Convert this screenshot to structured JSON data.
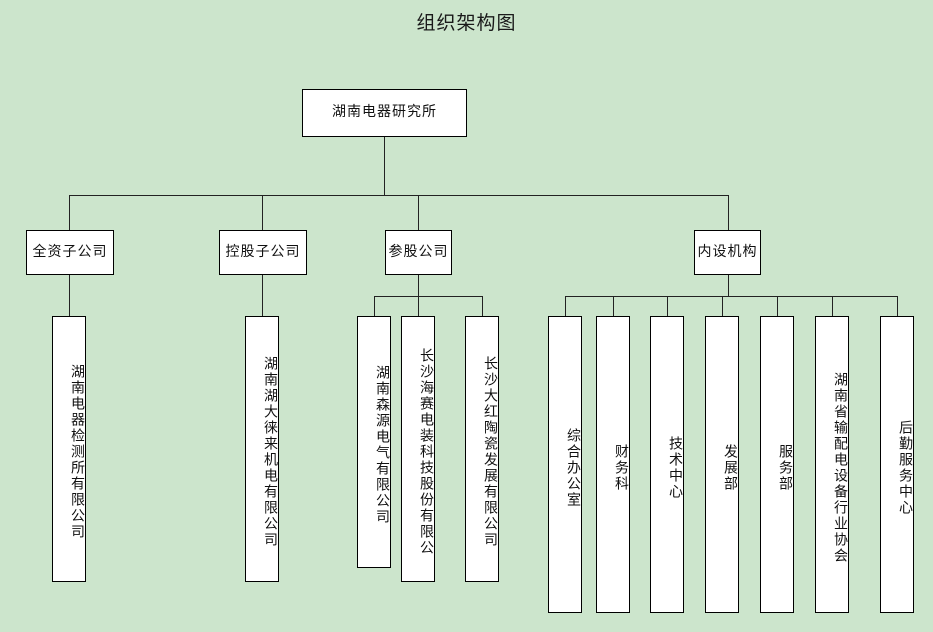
{
  "page": {
    "title": "组织架构图",
    "background_color": "#cce5cc",
    "node_fill_color": "#ffffff",
    "line_color": "#222222",
    "text_color": "#111111"
  },
  "chart_data": {
    "type": "diagram",
    "diagram_kind": "organization-chart",
    "title": "组织架构图",
    "orientation": "top-down",
    "root": {
      "label": "湖南电器研究所",
      "text_direction": "horizontal"
    },
    "levels": [
      {
        "level": 2,
        "nodes": [
          {
            "label": "全资子公司",
            "text_direction": "horizontal"
          },
          {
            "label": "控股子公司",
            "text_direction": "horizontal"
          },
          {
            "label": "参股公司",
            "text_direction": "horizontal"
          },
          {
            "label": "内设机构",
            "text_direction": "horizontal"
          }
        ]
      },
      {
        "level": 3,
        "nodes": [
          {
            "label": "湖南电器检测所有限公司",
            "parent": "全资子公司",
            "text_direction": "vertical"
          },
          {
            "label": "湖南湖大徕来机电有限公司",
            "parent": "控股子公司",
            "text_direction": "vertical"
          },
          {
            "label": "湖南森源电气有限公司",
            "parent": "参股公司",
            "text_direction": "vertical"
          },
          {
            "label": "长沙海赛电装科技股份有限公",
            "parent": "参股公司",
            "text_direction": "vertical"
          },
          {
            "label": "长沙大红陶瓷发展有限公司",
            "parent": "参股公司",
            "text_direction": "vertical"
          },
          {
            "label": "综合办公室",
            "parent": "内设机构",
            "text_direction": "vertical"
          },
          {
            "label": "财务科",
            "parent": "内设机构",
            "text_direction": "vertical"
          },
          {
            "label": "技术中心",
            "parent": "内设机构",
            "text_direction": "vertical"
          },
          {
            "label": "发展部",
            "parent": "内设机构",
            "text_direction": "vertical"
          },
          {
            "label": "服务部",
            "parent": "内设机构",
            "text_direction": "vertical"
          },
          {
            "label": "湖南省输配电设备行业协会",
            "parent": "内设机构",
            "text_direction": "vertical"
          },
          {
            "label": "后勤服务中心",
            "parent": "内设机构",
            "text_direction": "vertical"
          }
        ]
      }
    ]
  },
  "nodes": {
    "root": "湖南电器研究所",
    "level2": {
      "wholly_owned": "全资子公司",
      "holding": "控股子公司",
      "equity": "参股公司",
      "internal": "内设机构"
    },
    "subsidiaries": {
      "hunan_electric_testing": "湖南电器检测所有限公司",
      "hunan_hudalailai": "湖南湖大徕来机电有限公司",
      "hunan_senyuan": "湖南森源电气有限公司",
      "changsha_haisai": "长沙海赛电装科技股份有限公",
      "changsha_dahong": "长沙大红陶瓷发展有限公司"
    },
    "departments": {
      "general_office": "综合办公室",
      "finance_section": "财务科",
      "tech_center": "技术中心",
      "development_dept": "发展部",
      "service_dept": "服务部",
      "industry_association": "湖南省输配电设备行业协会",
      "logistics_center": "后勤服务中心"
    }
  }
}
